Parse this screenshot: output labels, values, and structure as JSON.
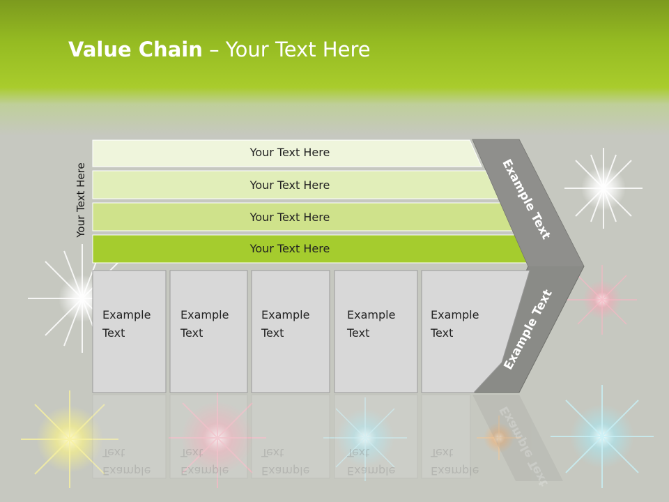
{
  "title": {
    "bold": "Value Chain",
    "rest": " – Your Text Here"
  },
  "side_label": "Your Text Here",
  "bars": [
    {
      "label": "Your Text Here",
      "color": "#eff5dc"
    },
    {
      "label": "Your Text Here",
      "color": "#e1eeb9"
    },
    {
      "label": "Your Text Here",
      "color": "#cfe28b"
    },
    {
      "label": "Your Text Here",
      "color": "#a5cc2e"
    }
  ],
  "boxes": [
    {
      "line1": "Example",
      "line2": "Text"
    },
    {
      "line1": "Example",
      "line2": "Text"
    },
    {
      "line1": "Example",
      "line2": "Text"
    },
    {
      "line1": "Example",
      "line2": "Text"
    },
    {
      "line1": "Example",
      "line2": "Text"
    }
  ],
  "chevron": {
    "top_label": "Example Text",
    "bottom_label": "Example Text",
    "color": "#8a8b87"
  },
  "colors": {
    "header": "#95bb22",
    "background": "#c6c8c0",
    "box_fill": "#d8d8d8",
    "box_border": "#9a9a9a"
  },
  "decor": [
    "sparkle-icon"
  ]
}
